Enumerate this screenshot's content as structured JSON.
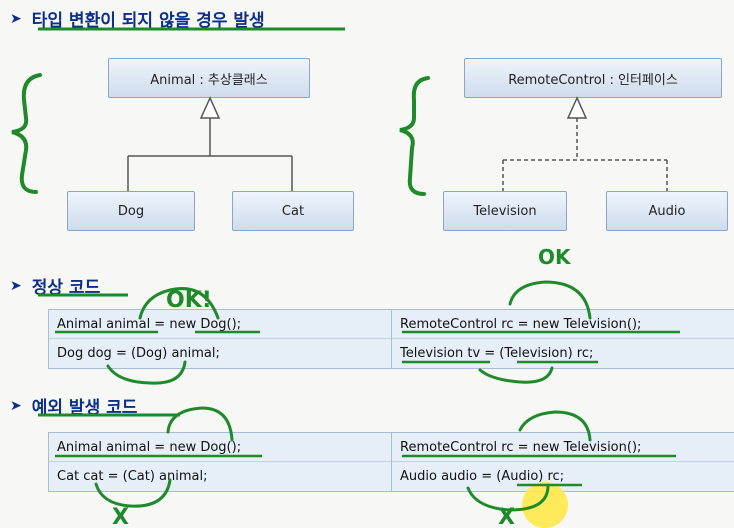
{
  "sections": {
    "type_not_converted": {
      "title": "타입 변환이 되지 않을 경우 발생",
      "arrow": "➤"
    },
    "normal_code": {
      "title": "정상 코드",
      "arrow": "➤"
    },
    "exception_code": {
      "title": "예외 발생 코드",
      "arrow": "➤"
    }
  },
  "diagram_left": {
    "parent": "Animal : 추상클래스",
    "children": [
      "Dog",
      "Cat"
    ]
  },
  "diagram_right": {
    "parent": "RemoteControl : 인터페이스",
    "children": [
      "Television",
      "Audio"
    ]
  },
  "normal_table": {
    "left": [
      "Animal animal = new Dog();",
      "Dog dog = (Dog) animal;"
    ],
    "right": [
      "RemoteControl rc = new Television();",
      "Television tv = (Television) rc;"
    ]
  },
  "exception_table": {
    "left": [
      "Animal animal = new Dog();",
      "Cat cat = (Cat) animal;"
    ],
    "right": [
      "RemoteControl rc = new Television();",
      "Audio audio = (Audio) rc;"
    ]
  },
  "annotations": {
    "ok1": "OK!",
    "ok2": "OK",
    "x1": "X",
    "x2": "X"
  },
  "colors": {
    "heading": "#0b2f8a",
    "pen": "#1f8a2a",
    "box_border": "#8aa6c6"
  }
}
